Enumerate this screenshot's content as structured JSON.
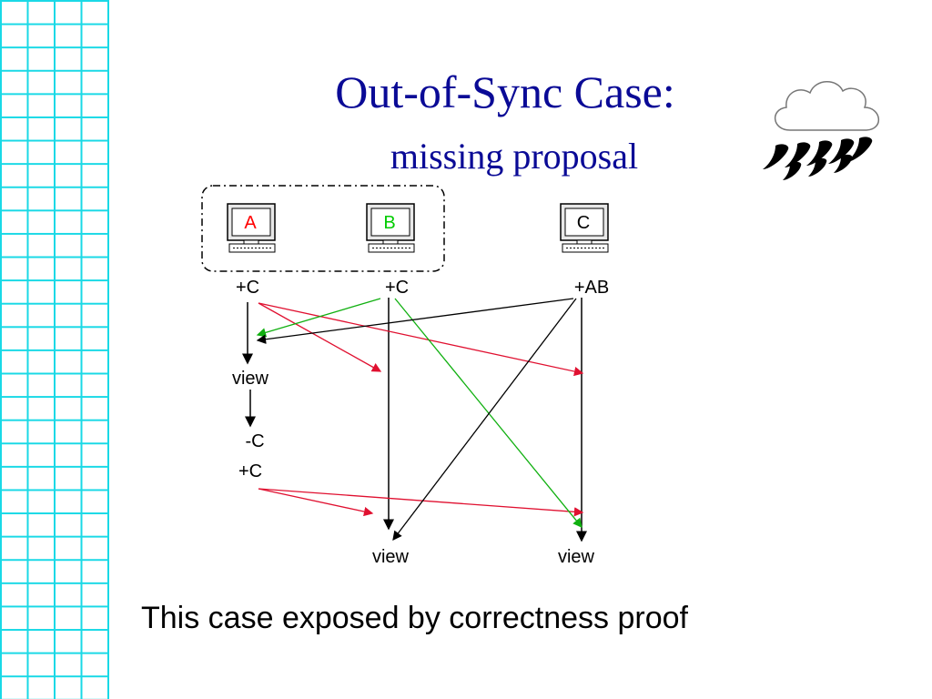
{
  "slide": {
    "title": "Out-of-Sync Case:",
    "subtitle": "missing proposal",
    "caption": "This case exposed by correctness proof"
  },
  "colors": {
    "title": "#0a0a96",
    "grid": "#19d9e6",
    "red_arrow": "#e01030",
    "green_arrow": "#10b010",
    "black_arrow": "#000000"
  },
  "computers": [
    {
      "label": "A",
      "label_color": "#ff0000",
      "screen_color": "#ffffff",
      "icon": "computer-icon"
    },
    {
      "label": "B",
      "label_color": "#00cc00",
      "screen_color": "#ffffff",
      "icon": "computer-icon"
    },
    {
      "label": "C",
      "label_color": "#000000",
      "screen_color": "#ffffff",
      "icon": "computer-icon"
    }
  ],
  "labels": {
    "a_plus_c": "+C",
    "b_plus_c": "+C",
    "c_plus_ab": "+AB",
    "a_view": "view",
    "a_minus_c": "-C",
    "a_plus_c_2": "+C",
    "b_view": "view",
    "c_view": "view"
  },
  "weather_icon": "rain-cloud-icon"
}
